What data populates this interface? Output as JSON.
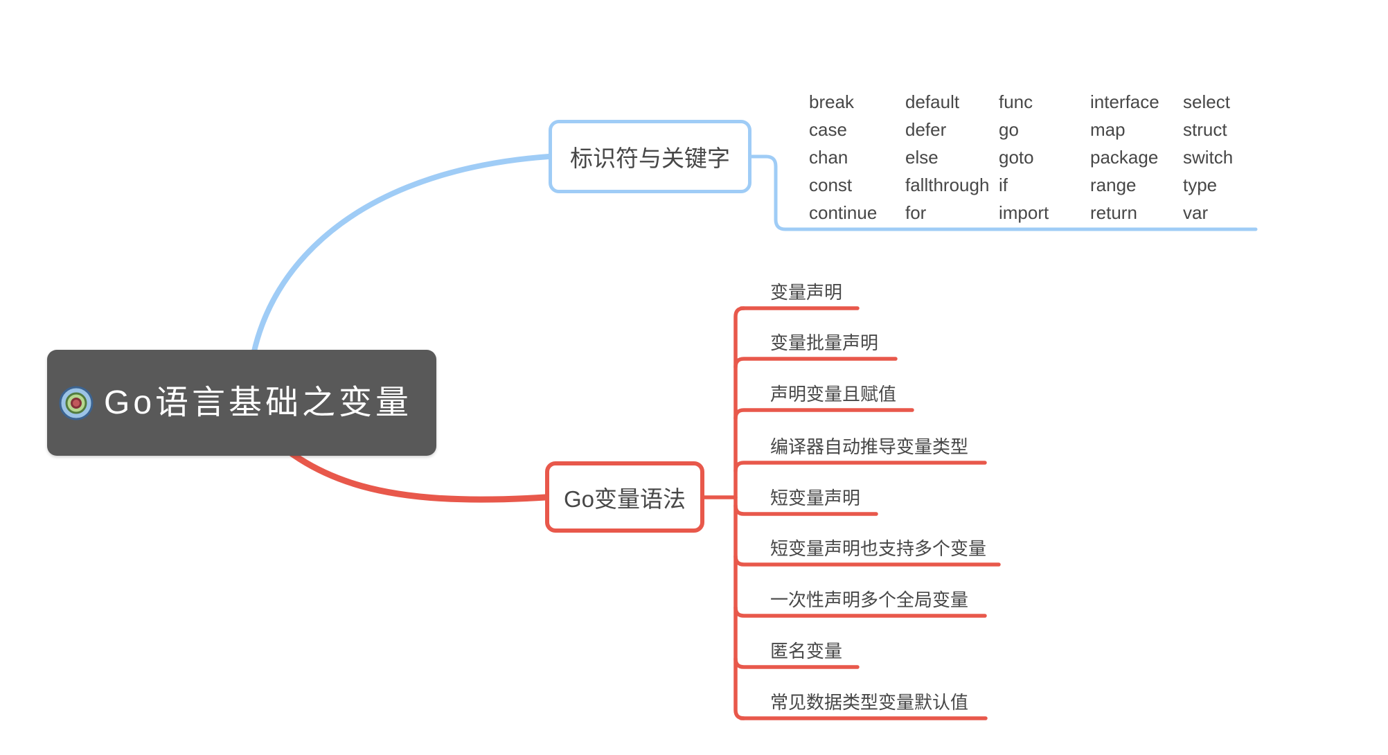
{
  "colors": {
    "root_bg": "#595959",
    "root_text": "#ffffff",
    "blue_branch": "#9fccf6",
    "red_branch": "#e8584b",
    "topic_text": "#474747"
  },
  "root": {
    "label": "Go语言基础之变量",
    "icon": "bullseye-icon"
  },
  "branches": {
    "keywords": {
      "label": "标识符与关键字",
      "keyword_rows": [
        [
          "break",
          "default",
          "func",
          "interface",
          "select"
        ],
        [
          "case",
          "defer",
          "go",
          "map",
          "struct"
        ],
        [
          "chan",
          "else",
          "goto",
          "package",
          "switch"
        ],
        [
          "const",
          "fallthrough",
          "if",
          "range",
          "type"
        ],
        [
          "continue",
          "for",
          "import",
          "return",
          "var"
        ]
      ]
    },
    "syntax": {
      "label": "Go变量语法",
      "children": [
        "变量声明",
        "变量批量声明",
        "声明变量且赋值",
        "编译器自动推导变量类型",
        "短变量声明",
        "短变量声明也支持多个变量",
        "一次性声明多个全局变量",
        "匿名变量",
        "常见数据类型变量默认值"
      ]
    }
  }
}
